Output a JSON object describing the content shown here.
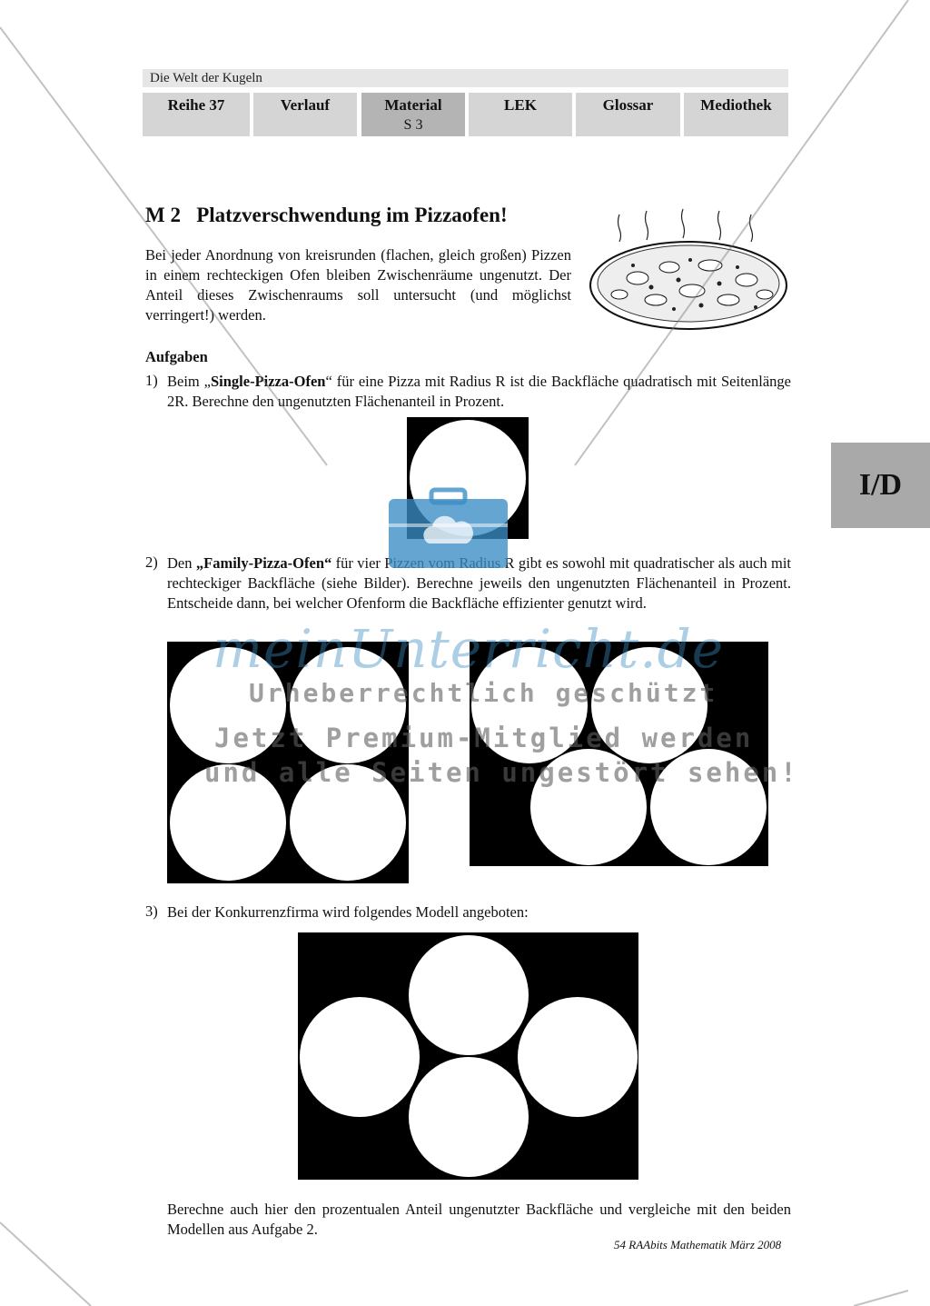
{
  "header": {
    "series_title": "Die Welt der Kugeln",
    "tabs": [
      {
        "label": "Reihe 37",
        "sub": ""
      },
      {
        "label": "Verlauf",
        "sub": ""
      },
      {
        "label": "Material",
        "sub": "S 3"
      },
      {
        "label": "LEK",
        "sub": ""
      },
      {
        "label": "Glossar",
        "sub": ""
      },
      {
        "label": "Mediothek",
        "sub": ""
      }
    ],
    "side_label": "I/D"
  },
  "content": {
    "title_number": "M 2",
    "title": "Platzverschwendung im Pizzaofen!",
    "intro": "Bei jeder Anordnung von kreisrunden (flachen, gleich großen) Pizzen in einem rechteckigen Ofen bleiben Zwischenräume ungenutzt. Der Anteil dieses Zwischenraums soll untersucht (und möglichst verringert!) werden.",
    "tasks_heading": "Aufgaben",
    "tasks": [
      {
        "number": "1)",
        "pre": "Beim „",
        "highlight": "Single-Pizza-Ofen",
        "post": "“ für eine Pizza mit Radius R ist die Backfläche quadratisch mit Seitenlänge 2R. Berechne den ungenutzten Flächenanteil in Prozent."
      },
      {
        "number": "2)",
        "pre": "Den ",
        "highlight": "„Family-Pizza-Ofen“",
        "post": " für vier Pizzen vom Radius R gibt es sowohl mit quadratischer als auch mit rechteckiger Backfläche (siehe Bilder). Berechne jeweils den ungenutzten Flächenanteil in Prozent. Entscheide dann, bei welcher Ofenform die Backfläche effizienter genutzt wird."
      },
      {
        "number": "3)",
        "pre": "Bei der Konkurrenzfirma wird folgendes Modell angeboten:",
        "highlight": "",
        "post": ""
      }
    ],
    "closing": "Berechne auch hier den prozentualen Anteil ungenutzter Backfläche und vergleiche mit den beiden Modellen aus Aufgabe 2."
  },
  "footer": "54 RAAbits Mathematik März 2008",
  "watermark": {
    "brand": "meinUnterricht.de",
    "line1": "Urheberrechtlich geschützt",
    "line2": "Jetzt Premium-Mitglied werden",
    "line3": "und alle Seiten ungestört sehen!",
    "color": "#3a8cc4"
  }
}
